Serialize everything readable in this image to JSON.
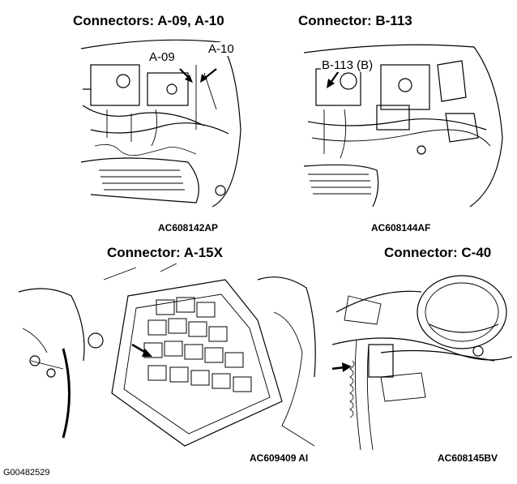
{
  "figure_id": "G00482529",
  "panels": [
    {
      "title": "Connectors: A-09, A-10",
      "callouts": [
        "A-09",
        "A-10"
      ],
      "code": "AC608142AP"
    },
    {
      "title": "Connector: B-113",
      "callouts": [
        "B-113 (B)"
      ],
      "code": "AC608144AF"
    },
    {
      "title": "Connector: A-15X",
      "callouts": [],
      "code": "AC609409 AI"
    },
    {
      "title": "Connector: C-40",
      "callouts": [],
      "code": "AC608145BV"
    }
  ]
}
